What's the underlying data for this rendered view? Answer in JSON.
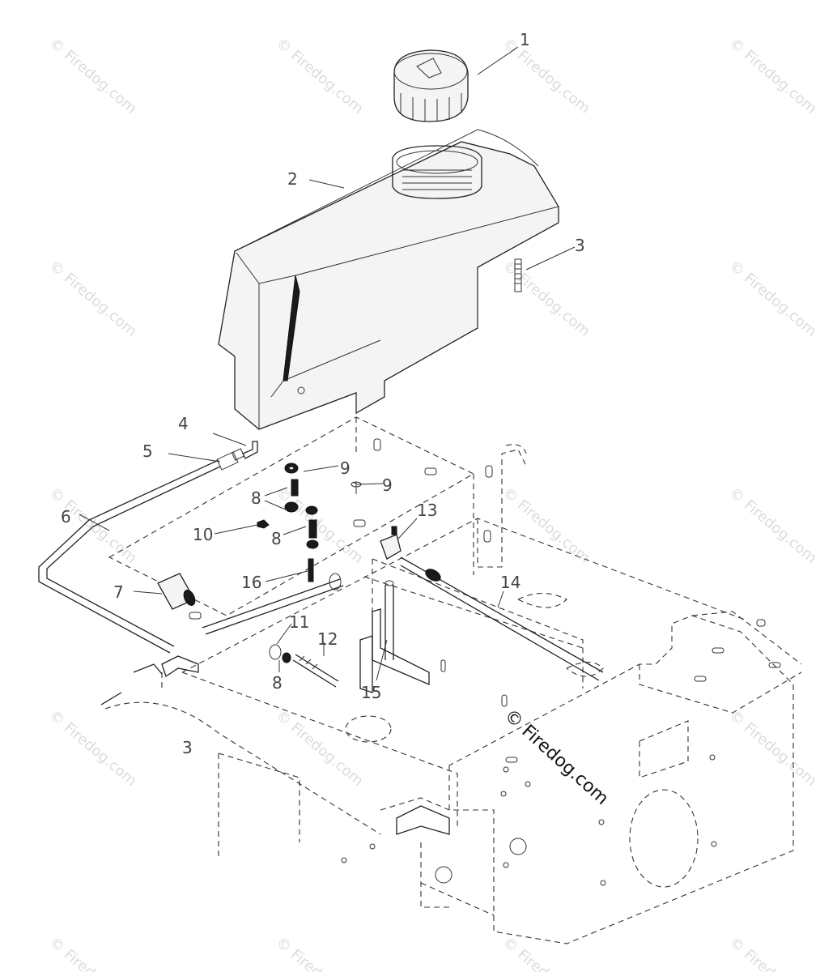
{
  "diagram": {
    "watermark_text": "© Firedog.com",
    "center_watermark_text": "© Firedog.com",
    "callouts": [
      {
        "id": "c1",
        "text": "1"
      },
      {
        "id": "c2",
        "text": "2"
      },
      {
        "id": "c3",
        "text": "3"
      },
      {
        "id": "c4",
        "text": "4"
      },
      {
        "id": "c5",
        "text": "5"
      },
      {
        "id": "c6",
        "text": "6"
      },
      {
        "id": "c7",
        "text": "7"
      },
      {
        "id": "c8a",
        "text": "8"
      },
      {
        "id": "c8b",
        "text": "8"
      },
      {
        "id": "c8c",
        "text": "8"
      },
      {
        "id": "c9a",
        "text": "9"
      },
      {
        "id": "c9b",
        "text": "9"
      },
      {
        "id": "c10",
        "text": "10"
      },
      {
        "id": "c11",
        "text": "11"
      },
      {
        "id": "c12",
        "text": "12"
      },
      {
        "id": "c13",
        "text": "13"
      },
      {
        "id": "c14",
        "text": "14"
      },
      {
        "id": "c15",
        "text": "15"
      },
      {
        "id": "c16",
        "text": "16"
      },
      {
        "id": "c3b",
        "text": "3"
      }
    ]
  }
}
